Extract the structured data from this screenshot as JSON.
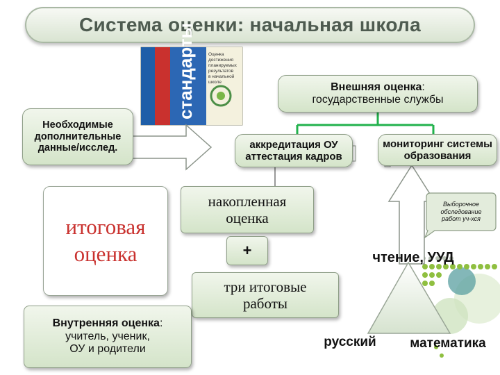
{
  "title": "Система оценки: начальная школа",
  "book": {
    "spine_text": "стандарты",
    "cover_lines": [
      "Оценка",
      "достижения",
      "планируемых",
      "результатов",
      "в начальной",
      "школе"
    ]
  },
  "external": {
    "label_bold": "Внешняя оценка",
    "label_rest": ":",
    "line2": "государственные службы"
  },
  "needed_data": {
    "line1": "Необходимые",
    "line2": "дополнительные",
    "line3": "данные/исслед."
  },
  "accreditation": {
    "line1": "аккредитация ОУ",
    "line2": "аттестация кадров"
  },
  "monitoring": {
    "line1": "мониторинг системы",
    "line2": "образования"
  },
  "final_assessment": {
    "line1": "итоговая",
    "line2": "оценка"
  },
  "accumulated": {
    "line1": "накопленная",
    "line2": "оценка"
  },
  "plus": "+",
  "callout": {
    "line1": "Выборочное",
    "line2": "обследование",
    "line3": "работ уч-хся"
  },
  "reading": "чтение, УУД",
  "three_final": {
    "line1": "три итоговые",
    "line2": "работы"
  },
  "russian": "русский",
  "math": "математика",
  "internal": {
    "label_bold": "Внутренняя оценка",
    "label_rest": ":",
    "line2": "учитель, ученик,",
    "line3": "ОУ и родители"
  },
  "colors": {
    "box_fill": "#dfe9d7",
    "connector_green": "#22b24c",
    "arrow_fill": "#ffffff",
    "triangle_top": "#ffffff",
    "triangle_bottom": "#d6e3cf",
    "dot_green": "#8fbf40",
    "dot_teal": "#4f9b9c"
  }
}
